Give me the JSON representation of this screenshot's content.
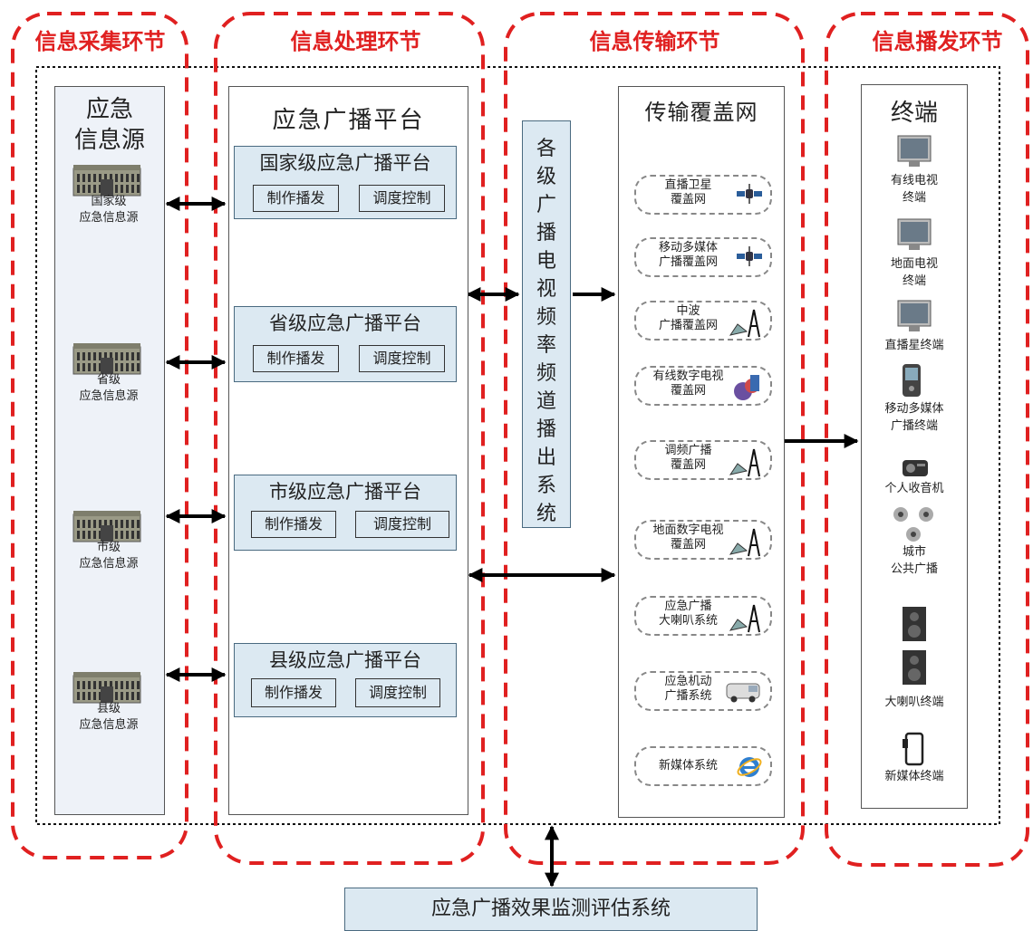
{
  "stages": {
    "collect": "信息采集环节",
    "process": "信息处理环节",
    "transmit": "信息传输环节",
    "broadcast": "信息播发环节"
  },
  "sources": {
    "title_line1": "应急",
    "title_line2": "信息源",
    "items": [
      {
        "line1": "国家级",
        "line2": "应急信息源"
      },
      {
        "line1": "省级",
        "line2": "应急信息源"
      },
      {
        "line1": "市级",
        "line2": "应急信息源"
      },
      {
        "line1": "县级",
        "line2": "应急信息源"
      }
    ]
  },
  "platform": {
    "title": "应急广播平台",
    "levels": [
      {
        "title": "国家级应急广播平台",
        "left": "制作播发",
        "right": "调度控制"
      },
      {
        "title": "省级应急广播平台",
        "left": "制作播发",
        "right": "调度控制"
      },
      {
        "title": "市级应急广播平台",
        "left": "制作播发",
        "right": "调度控制"
      },
      {
        "title": "县级应急广播平台",
        "left": "制作播发",
        "right": "调度控制"
      }
    ]
  },
  "channel": {
    "text": "各级广播电视频率频道播出系统"
  },
  "coverage": {
    "title": "传输覆盖网",
    "items": [
      {
        "line1": "直播卫星",
        "line2": "覆盖网",
        "icon": "satellite-icon"
      },
      {
        "line1": "移动多媒体",
        "line2": "广播覆盖网",
        "icon": "satellite-icon"
      },
      {
        "line1": "中波",
        "line2": "广播覆盖网",
        "icon": "antenna-tower-icon"
      },
      {
        "line1": "有线数字电视",
        "line2": "覆盖网",
        "icon": "cable-network-icon"
      },
      {
        "line1": "调频广播",
        "line2": "覆盖网",
        "icon": "antenna-tower-icon"
      },
      {
        "line1": "地面数字电视",
        "line2": "覆盖网",
        "icon": "antenna-tower-icon"
      },
      {
        "line1": "应急广播",
        "line2": "大喇叭系统",
        "icon": "antenna-tower-icon"
      },
      {
        "line1": "应急机动",
        "line2": "广播系统",
        "icon": "vehicle-icon"
      },
      {
        "line1": "新媒体系统",
        "line2": "",
        "icon": "internet-explorer-icon"
      }
    ]
  },
  "terminals": {
    "title": "终端",
    "items": [
      {
        "line1": "有线电视",
        "line2": "终端",
        "icon": "tv-icon"
      },
      {
        "line1": "地面电视",
        "line2": "终端",
        "icon": "tv-icon"
      },
      {
        "line1": "直播星终端",
        "line2": "",
        "icon": "tv-icon"
      },
      {
        "line1": "移动多媒体",
        "line2": "广播终端",
        "icon": "mobile-phone-icon"
      },
      {
        "line1": "个人收音机",
        "line2": "",
        "icon": "radio-icon"
      },
      {
        "line1": "城市",
        "line2": "公共广播",
        "icon": "speaker-icon"
      },
      {
        "line1": "大喇叭终端",
        "line2": "",
        "icon": "loudspeaker-box-icon"
      },
      {
        "line1": "新媒体终端",
        "line2": "",
        "icon": "tablet-icon"
      }
    ]
  },
  "monitor": {
    "text": "应急广播效果监测评估系统"
  },
  "colors": {
    "stage_border": "#e02020",
    "box_fill": "#dce9f2",
    "box_border": "#4a6a80"
  }
}
